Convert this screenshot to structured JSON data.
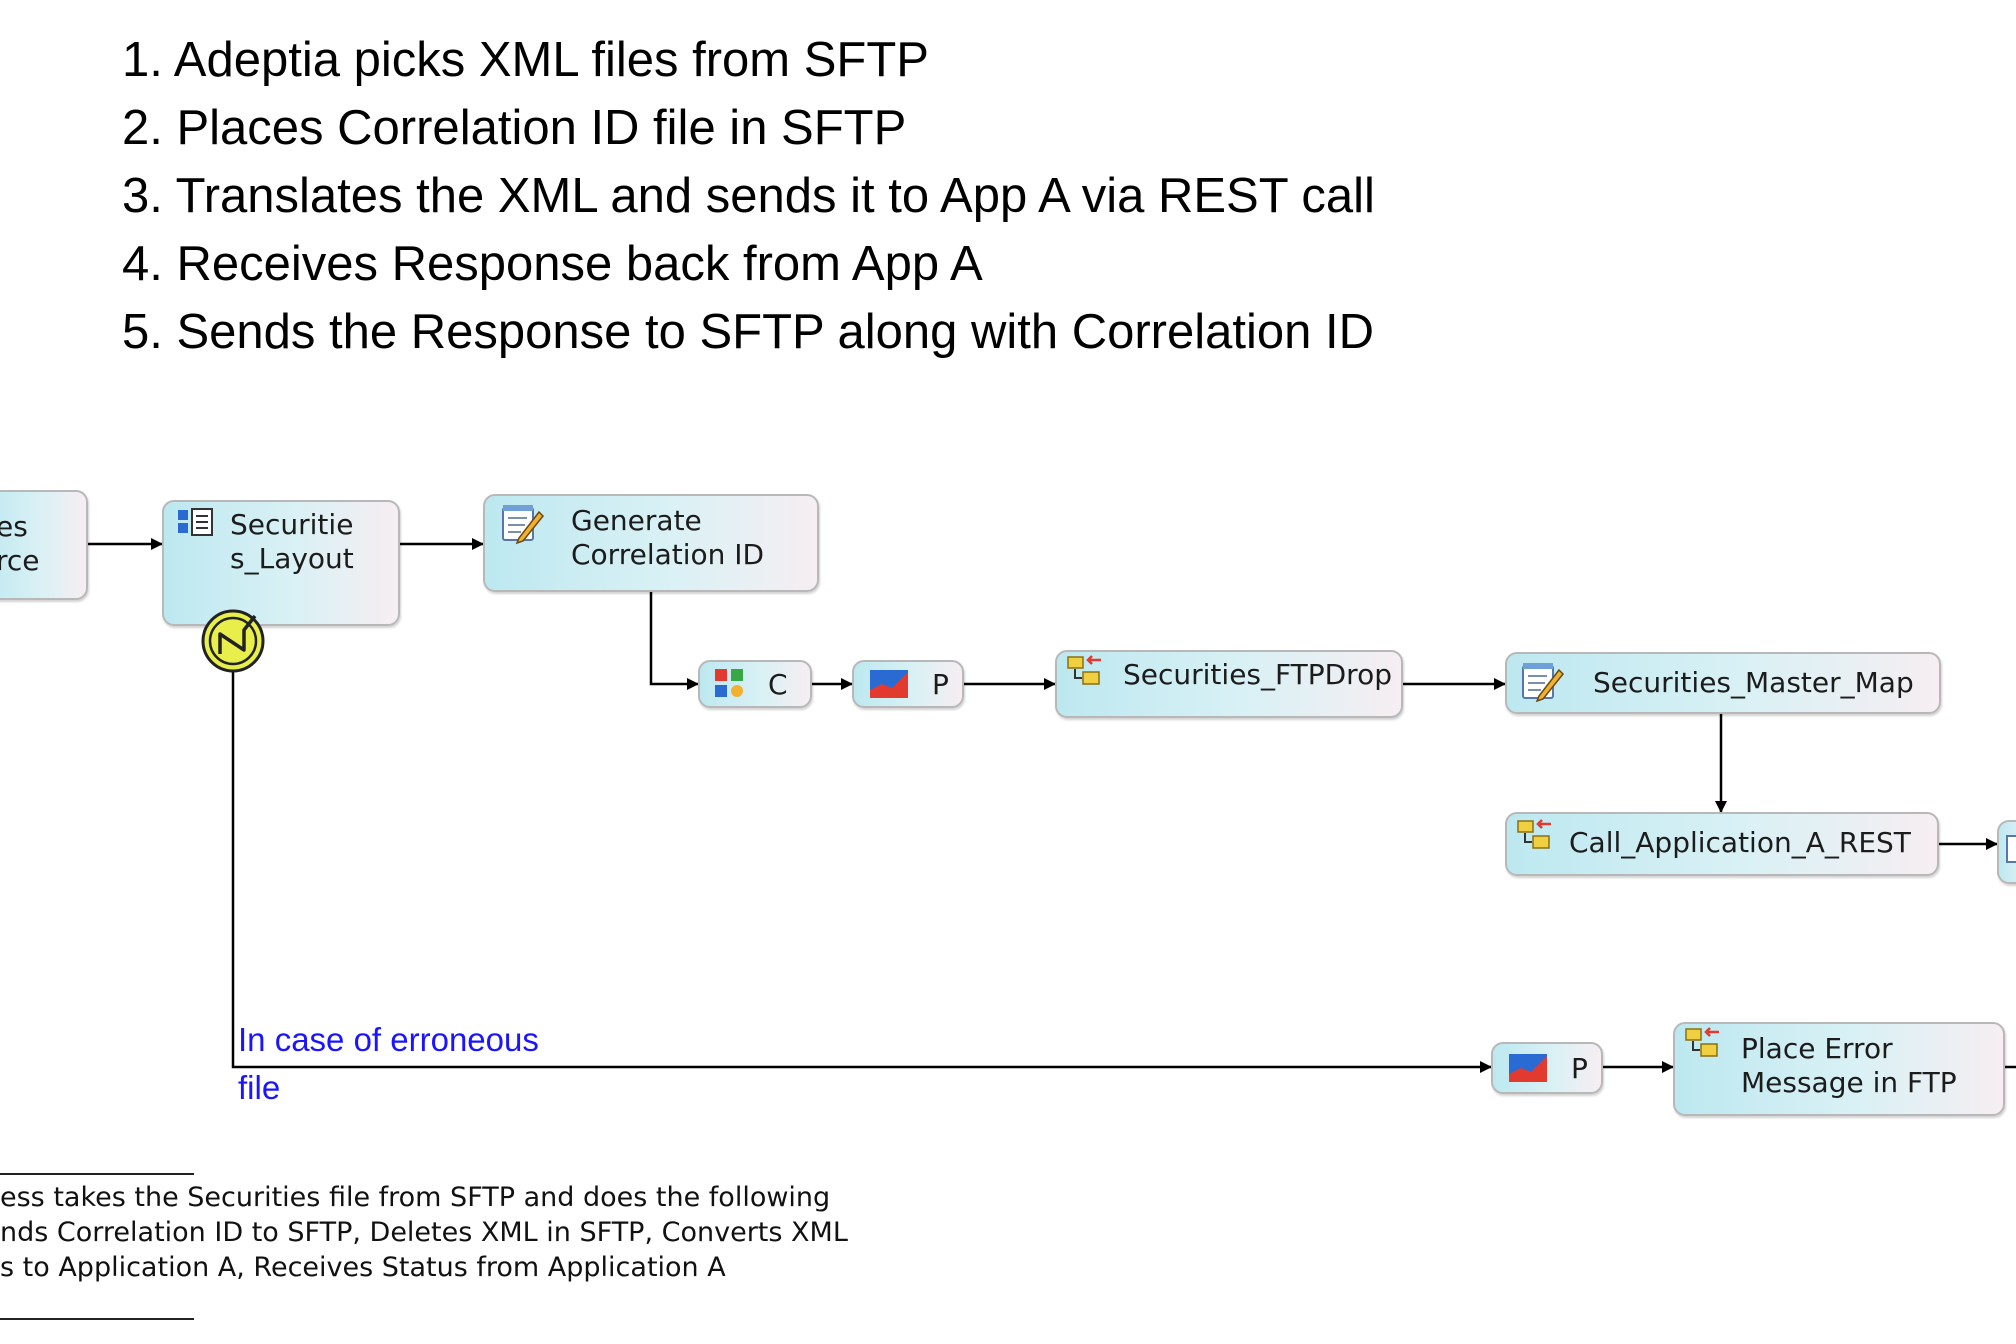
{
  "steps": [
    "1. Adeptia picks XML files from SFTP",
    "2. Places Correlation ID file in SFTP",
    "3. Translates the XML and sends it to App A via REST call",
    "4. Receives Response back from App A",
    "5. Sends the Response to SFTP along with Correlation ID"
  ],
  "nodes": {
    "source": "es\nrce",
    "layout": "Securitie\ns_Layout",
    "generate": "Generate\nCorrelation ID",
    "c": "C",
    "p1": "P",
    "ftpdrop": "Securities_FTPDrop",
    "master_map": "Securities_Master_Map",
    "call_rest": "Call_Application_A_REST",
    "p2": "P",
    "place_error": "Place Error\nMessage in FTP"
  },
  "error_note": {
    "line1": "In case of erroneous",
    "line2": "file"
  },
  "description": "ess takes the Securities file from SFTP and does the following\nnds Correlation ID to SFTP, Deletes XML in SFTP, Converts XML\ns to Application A, Receives Status from Application A",
  "colors": {
    "note_text": "#1a14ff",
    "node_start": "#bde8f0",
    "node_end": "#f6eef2",
    "event_fill": "#e8ee4a"
  }
}
